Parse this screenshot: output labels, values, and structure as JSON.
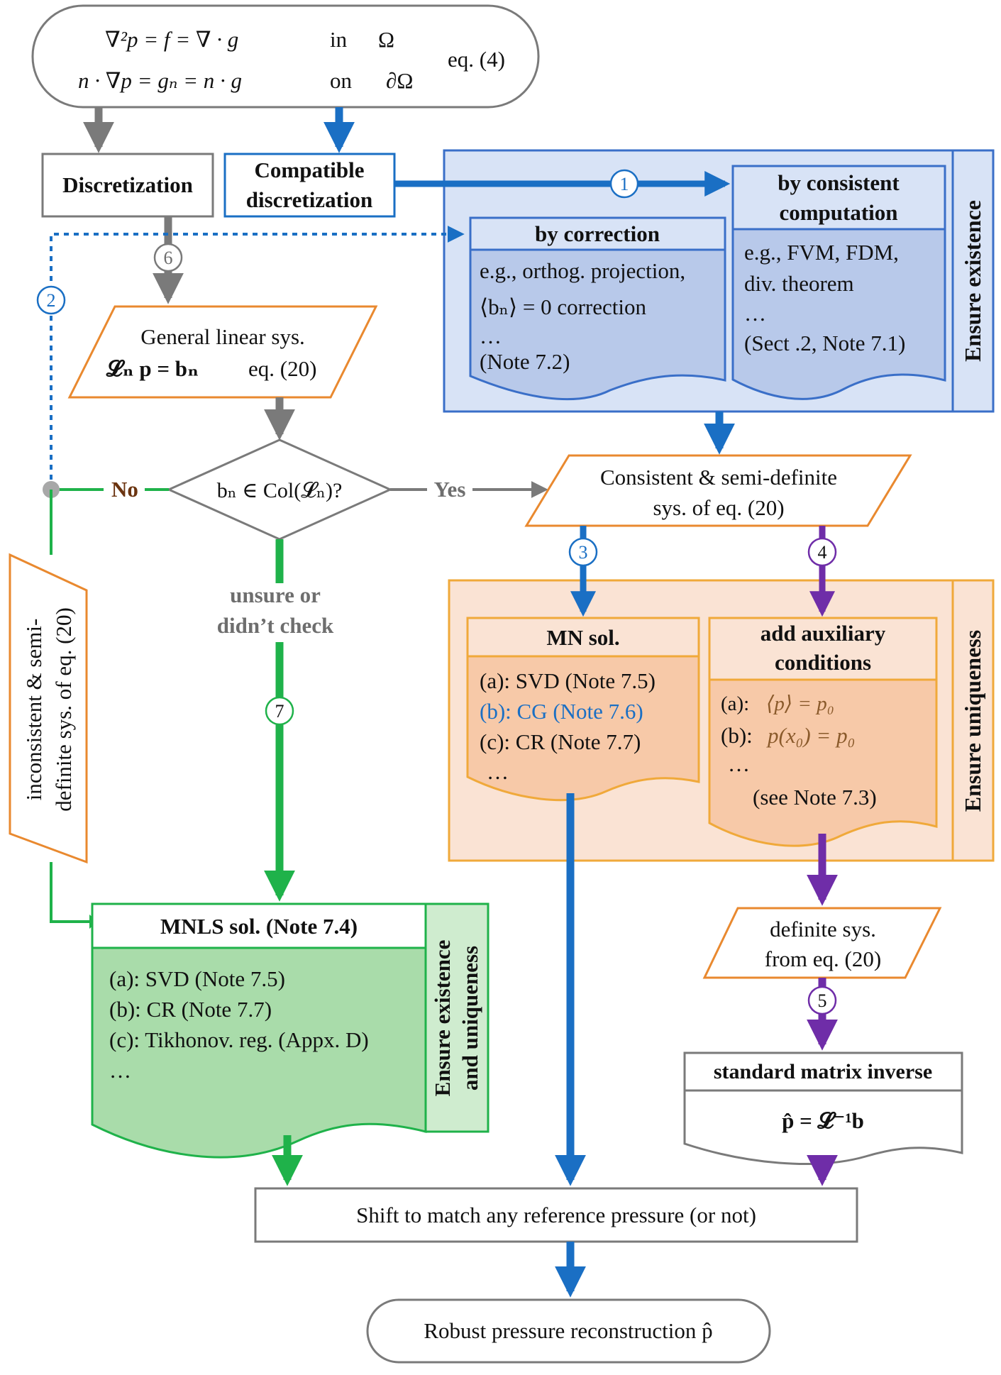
{
  "pde": {
    "line1": "∇²p = f = ∇ · g",
    "line1_in": "in",
    "line1_domain": "Ω",
    "line2": "n · ∇p = gₙ = n · g",
    "line2_on": "on",
    "line2_domain": "∂Ω",
    "ref": "eq. (4)"
  },
  "discretization": {
    "label": "Discretization"
  },
  "compatible": {
    "line1": "Compatible",
    "line2": "discretization"
  },
  "ensure_existence": {
    "side_label": "Ensure existence",
    "by_correction": {
      "title": "by correction",
      "lines": [
        "e.g., orthog. projection,",
        "⟨bₙ⟩ = 0  correction",
        "…",
        "(Note 7.2)"
      ]
    },
    "by_consistent": {
      "title_line1": "by consistent",
      "title_line2": "computation",
      "lines": [
        "e.g., FVM, FDM,",
        "div. theorem",
        "…",
        "(Sect .2, Note 7.1)"
      ]
    }
  },
  "general_linear": {
    "line1": "General linear sys.",
    "line2": "𝓛ₙ p = bₙ",
    "line2_ref": "eq. (20)"
  },
  "decision": {
    "text": "bₙ ∈ Col(𝓛ₙ)?",
    "no": "No",
    "yes": "Yes"
  },
  "consistent_sys": {
    "line1": "Consistent & semi-definite",
    "line2": "sys. of eq. (20)"
  },
  "unsure": {
    "line1": "unsure or",
    "line2": "didn’t check"
  },
  "inconsistent": {
    "line1": "inconsistent & semi-",
    "line2": "definite sys. of eq. (20)"
  },
  "ensure_uniqueness": {
    "side_label": "Ensure uniqueness",
    "mn": {
      "title": "MN sol.",
      "lines": [
        "(a): SVD (Note 7.5)",
        "(b): CG (Note 7.6)",
        "(c): CR (Note 7.7)",
        "…"
      ]
    },
    "aux": {
      "title_line1": "add auxiliary",
      "title_line2": "conditions",
      "a_label": "(a):",
      "a_expr": "⟨p⟩ = p₀",
      "b_label": "(b):",
      "b_expr": "p(x₀) = p₀",
      "ellipsis": "…",
      "note": "(see Note 7.3)"
    }
  },
  "mnls": {
    "title": "MNLS sol. (Note 7.4)",
    "side_line1": "Ensure existence",
    "side_line2": "and uniqueness",
    "lines": [
      "(a): SVD (Note 7.5)",
      "(b): CR (Note 7.7)",
      "(c): Tikhonov. reg. (Appx. D)",
      "…"
    ]
  },
  "definite": {
    "line1": "definite sys.",
    "line2": "from eq. (20)"
  },
  "inverse": {
    "title": "standard matrix inverse",
    "formula": "p̂ = 𝓛⁻¹b"
  },
  "shift": {
    "label": "Shift to match any reference pressure (or not)"
  },
  "robust": {
    "label": "Robust pressure reconstruction  p̂"
  },
  "steps": {
    "s1": "1",
    "s2": "2",
    "s3": "3",
    "s4": "4",
    "s5": "5",
    "s6": "6",
    "s7": "7"
  },
  "colors": {
    "blue": "#1a6fc4",
    "gray": "#7a7a7a",
    "green": "#1fb24a",
    "purple": "#6f2da8",
    "orange": "#e9892f",
    "existence_fill": "#d8e3f6",
    "inner_blue": "#b8c9ea",
    "uniq_fill": "#fae3d4",
    "inner_orange": "#f7c9a8",
    "mnls_fill": "#a9dcaa",
    "mnls_side": "#cfeccf"
  }
}
